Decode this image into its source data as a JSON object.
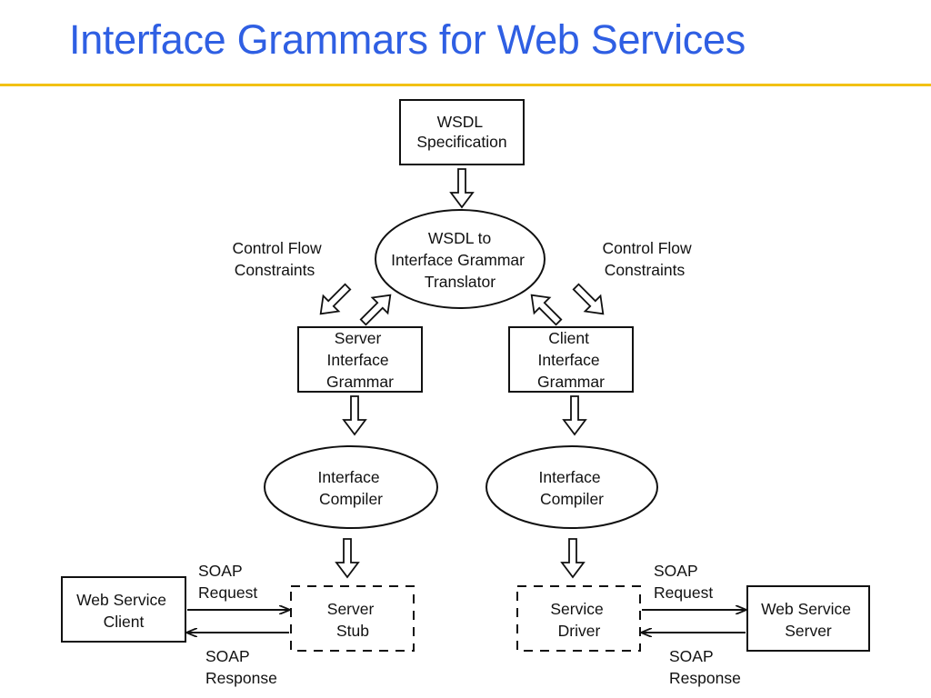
{
  "slide": {
    "title": "Interface Grammars for Web Services"
  },
  "colors": {
    "title": "#2f5fe3",
    "rule": "#f2c114",
    "stroke": "#111111"
  },
  "diagram": {
    "wsdl_spec": [
      "WSDL",
      "Specification"
    ],
    "translator": [
      "WSDL to",
      "Interface Grammar",
      "Translator"
    ],
    "cf_left": [
      "Control Flow",
      "Constraints"
    ],
    "cf_right": [
      "Control Flow",
      "Constraints"
    ],
    "server_grammar": [
      "Server",
      "Interface",
      "Grammar"
    ],
    "client_grammar": [
      "Client",
      "Interface",
      "Grammar"
    ],
    "compiler_left": [
      "Interface",
      "Compiler"
    ],
    "compiler_right": [
      "Interface",
      "Compiler"
    ],
    "ws_client": [
      "Web Service",
      "Client"
    ],
    "server_stub": [
      "Server",
      "Stub"
    ],
    "service_driver": [
      "Service",
      "Driver"
    ],
    "ws_server": [
      "Web Service",
      "Server"
    ],
    "soap_req_left": [
      "SOAP",
      "Request"
    ],
    "soap_resp_left": [
      "SOAP",
      "Response"
    ],
    "soap_req_right": [
      "SOAP",
      "Request"
    ],
    "soap_resp_right": [
      "SOAP",
      "Response"
    ]
  }
}
